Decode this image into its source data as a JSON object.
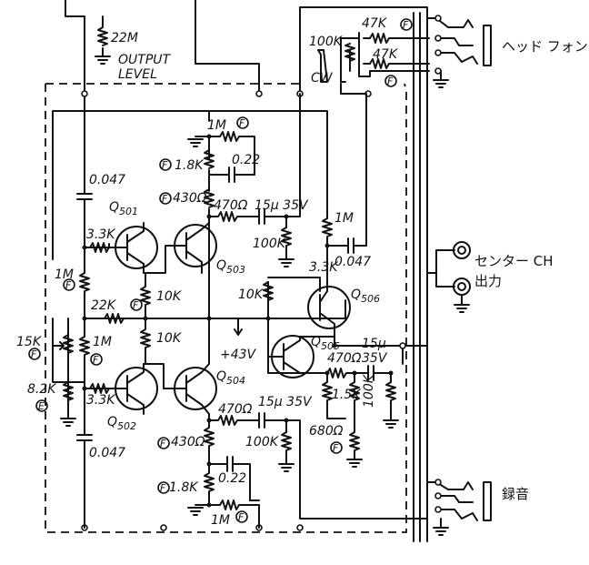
{
  "labels": {
    "r_22m": "22M",
    "output_level": "OUTPUT",
    "output_level_2": "LEVEL",
    "pot_100k": "100K",
    "cw": "CW",
    "r_47k_top": "47K",
    "r_47k_bottom": "47K",
    "headphone": "ヘッド フォン",
    "r_1m_fb_top": "1M",
    "r_1_8k_top": "1.8K",
    "c_0_22_top": "0.22",
    "r_430_top": "430Ω",
    "c_0_047_top": "0.047",
    "q501": "Q",
    "q501_sub": "501",
    "r_470_top": "470Ω",
    "c_15u_top": "15μ 35V",
    "r_100k_top": "100K",
    "r_1m_right": "1M",
    "r_3_3k_top": "3.3K",
    "q503": "Q",
    "q503_sub": "503",
    "r_3_3k_q506": "3.3K",
    "c_0_047_right": "0.047",
    "center_ch": "センター CH",
    "center_out": "出力",
    "r_1m_left": "1M",
    "r_10k_mid": "10K",
    "r_10k_q506": "10K",
    "q506": "Q",
    "q506_sub": "506",
    "r_22k": "22K",
    "r_15k": "15K",
    "r_1m_left2": "1M",
    "r_10k_mid2": "10K",
    "supply": "+43V",
    "q505": "Q",
    "q505_sub": "505",
    "c_15u_out": "15μ",
    "c_15u_out_v": "35V",
    "r_470_out": "470Ω",
    "r_8_2k": "8.2K",
    "r_3_3k_bot": "3.3K",
    "q504": "Q",
    "q504_sub": "504",
    "r_1_5k": "1.5K",
    "r_100k_out": "100K",
    "q502": "Q",
    "q502_sub": "502",
    "r_470_bot": "470Ω",
    "c_15u_bot": "15μ 35V",
    "r_680": "680Ω",
    "r_100k_bot": "100K",
    "r_430_bot": "430Ω",
    "c_0_047_bot": "0.047",
    "c_0_22_bot": "0.22",
    "r_1_8k_bot": "1.8K",
    "recording": "録音",
    "r_1m_fb_bot": "1M",
    "f_mark": "F",
    "e_mark": "E"
  }
}
